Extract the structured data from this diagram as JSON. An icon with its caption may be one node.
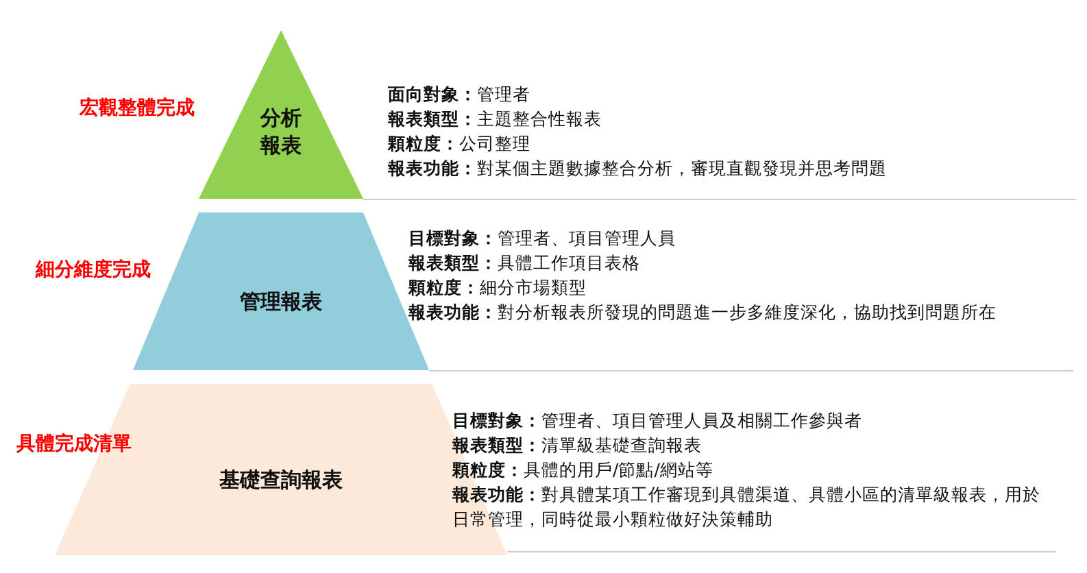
{
  "diagram": {
    "nodes": [
      {
        "text": [
          "分析報表"
        ],
        "beside": [
          "宏觀整體完成",
          "**面向對象：**管理者",
          "**報表類型：**主題整合性報表",
          "**顆粒度：**公司整理",
          "**報表功能：**對某個主題數據整合分析，審現直觀發現并思考問題"
        ]
      },
      {
        "text": [
          "管理報表"
        ],
        "beside": [
          "細分維度完成",
          "**目標對象：**管理者、項目管理人員",
          "**報表類型：**具體工作項目表格",
          "**顆粒度：**細分市場類型",
          "**報表功能：**對分析報表所發現的問題進一步多維度深化，協助找到問題所在"
        ]
      },
      {
        "text": [
          "基礎查詢報表"
        ],
        "beside": [
          "具體完成清單",
          "**目標對象：**管理者、項目管理人員及相關工作參與者",
          "**報表類型：**清單級基礎查詢報表",
          "**顆粒度：**具體的用戶/節點/網站等",
          "**報表功能：**對具體某項工作審現到具體渠道、具體小區的清單級報表，用於日常管理，同時從最小顆粒做好決策輔助"
        ]
      }
    ]
  }
}
